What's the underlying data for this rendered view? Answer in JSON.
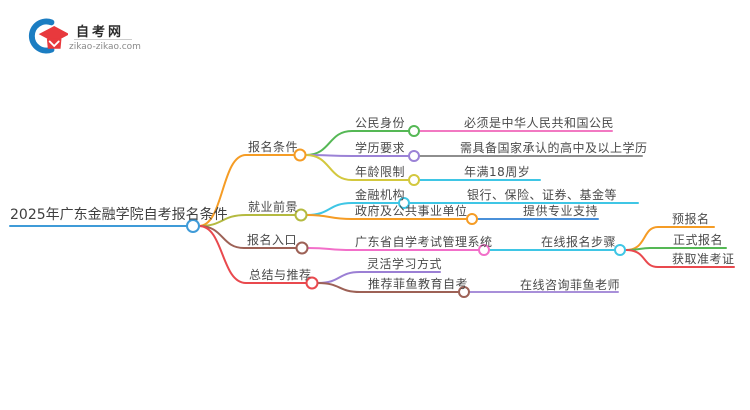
{
  "logo": {
    "title": "自考网",
    "domain": "zikao-zikao.com",
    "brand_blue": "#1b7dc2",
    "brand_red": "#e8393d"
  },
  "map": {
    "root": {
      "label": "2025年广东金融学院自考报名条件",
      "color": "#3f9bd8"
    },
    "registration_conditions": {
      "label": "报名条件",
      "color": "#f59c25"
    },
    "citizen_identity": {
      "label": "公民身份",
      "color": "#55b855"
    },
    "citizen_identity_detail": {
      "label": "必须是中华人民共和国公民",
      "color": "#f279c2"
    },
    "education_requirement": {
      "label": "学历要求",
      "color": "#9b82d6"
    },
    "education_requirement_detail": {
      "label": "需具备国家承认的高中及以上学历",
      "color": "#8e8e8e"
    },
    "age_limit": {
      "label": "年龄限制",
      "color": "#d3c83e"
    },
    "age_limit_detail": {
      "label": "年满18周岁",
      "color": "#3fc6e5"
    },
    "employment_prospects": {
      "label": "就业前景",
      "color": "#b4ba40"
    },
    "financial_institutions": {
      "label": "金融机构",
      "color": "#3fc6e5"
    },
    "financial_institutions_detail": {
      "label": "银行、保险、证券、基金等",
      "color": "#3fc6e5"
    },
    "government_units": {
      "label": "政府及公共事业单位",
      "color": "#f59c25"
    },
    "government_units_detail": {
      "label": "提供专业支持",
      "color": "#4a90d9"
    },
    "registration_entrance": {
      "label": "报名入口",
      "color": "#9d6156"
    },
    "management_system": {
      "label": "广东省自学考试管理系统",
      "color": "#f26fc9"
    },
    "online_steps": {
      "label": "在线报名步骤",
      "color": "#3fc6e5"
    },
    "pre_registration": {
      "label": "预报名",
      "color": "#f59c25"
    },
    "formal_registration": {
      "label": "正式报名",
      "color": "#55b855"
    },
    "get_admission_ticket": {
      "label": "获取准考证",
      "color": "#e9494e"
    },
    "summary_recommendation": {
      "label": "总结与推荐",
      "color": "#e9494e"
    },
    "flexible_learning": {
      "label": "灵活学习方式",
      "color": "#9b7fd4"
    },
    "recommend_feiyu": {
      "label": "推荐菲鱼教育自考",
      "color": "#9d6156"
    },
    "consult_feiyu": {
      "label": "在线咨询菲鱼老师",
      "color": "#a88fd9"
    }
  }
}
